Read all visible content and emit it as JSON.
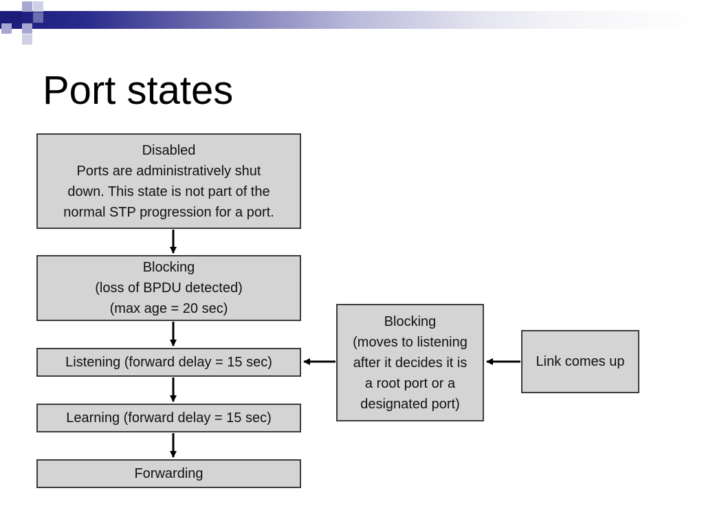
{
  "slide": {
    "title": "Port states"
  },
  "diagram": {
    "disabled": {
      "lines": [
        "Disabled",
        "Ports are administratively shut",
        "down. This state is not part of the",
        "normal STP progression for a port."
      ]
    },
    "blocking": {
      "lines": [
        "Blocking",
        "(loss of BPDU detected)",
        "(max age = 20 sec)"
      ]
    },
    "listening": {
      "label": "Listening (forward delay = 15 sec)"
    },
    "learning": {
      "label": "Learning (forward delay = 15 sec)"
    },
    "forwarding": {
      "label": "Forwarding"
    },
    "blocking_side": {
      "lines": [
        "Blocking",
        "(moves to listening",
        "after it decides it is",
        "a root port or a",
        "designated port)"
      ]
    },
    "link": {
      "label": "Link comes up"
    }
  },
  "colors": {
    "box_fill": "#d4d4d4",
    "box_border": "#3a3a3a",
    "arrow": "#000000",
    "header_dark": "#1b1b7a"
  }
}
